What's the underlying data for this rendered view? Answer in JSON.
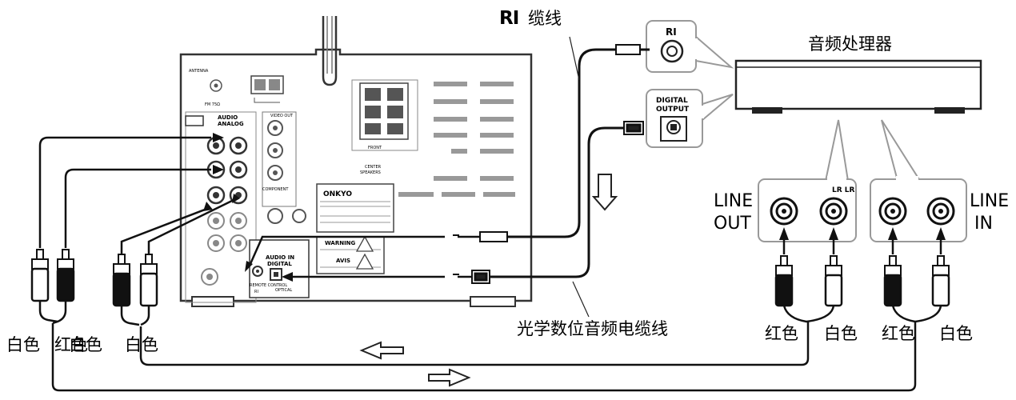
{
  "labels": {
    "ri_cable": "缆线",
    "ri_logo": "RI",
    "audio_processor": "音频处理器",
    "ri_jack": "RI",
    "digital_output_1": "DIGITAL",
    "digital_output_2": "OUTPUT",
    "lr_lr": "LR LR",
    "line_out_1": "LINE",
    "line_out_2": "OUT",
    "line_in_1": "LINE",
    "line_in_2": "IN",
    "optical_cable": "光学数位音频电缆线",
    "left_white_1": "白色",
    "left_red_overlap_a": "红色",
    "left_red_overlap_b": "白色",
    "left_white_2": "白色",
    "right_red_1": "红色",
    "right_white_1": "白色",
    "right_red_2": "红色",
    "right_white_2": "白色"
  },
  "receiver": {
    "antenna": "ANTENNA",
    "fm": "FM 75Ω",
    "audio_analog": "AUDIO",
    "analog": "ANALOG",
    "video_out": "VIDEO OUT",
    "component": "COMPONENT",
    "front": "FRONT",
    "center": "CENTER",
    "brand": "ONKYO",
    "warning": "WARNING",
    "avis": "AVIS",
    "audio_in_digital_1": "AUDIO IN",
    "audio_in_digital_2": "DIGITAL",
    "optical": "OPTICAL",
    "remote_control": "REMOTE CONTROL",
    "ri_small": "RI"
  },
  "icons": {
    "arrow_lower": "hollow-left-arrow",
    "arrow_bottom": "hollow-right-arrow",
    "arrow_down": "hollow-down-arrow"
  }
}
